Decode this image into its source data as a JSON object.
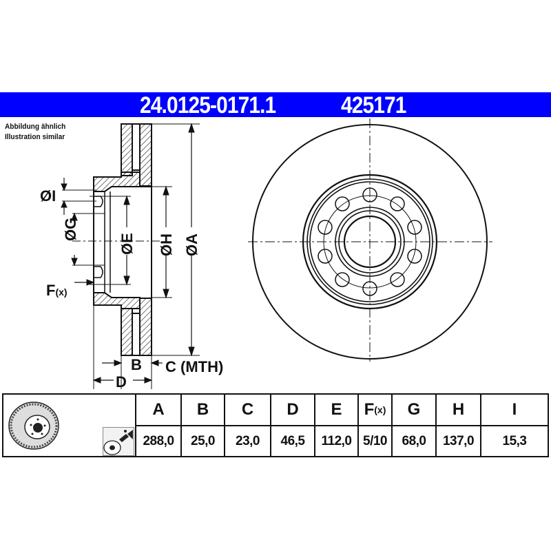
{
  "banner": {
    "part_number": "24.0125-0171.1",
    "ref_number": "425171",
    "color": "#0000ff"
  },
  "note": {
    "line1": "Abbildung ähnlich",
    "line2": "Illustration similar"
  },
  "side_view_labels": {
    "dia_I": "ØI",
    "dia_G": "ØG",
    "dia_E": "ØE",
    "dia_H": "ØH",
    "dia_A": "ØA",
    "F": "F",
    "F_sub": "(x)",
    "B": "B",
    "C": "C (MTH)",
    "D": "D"
  },
  "front_view": {
    "bolt_holes": 10,
    "description": "Brake disc front view with 10-hole bolt pattern"
  },
  "table": {
    "headers": [
      {
        "key": "A",
        "label": "A"
      },
      {
        "key": "B",
        "label": "B"
      },
      {
        "key": "C",
        "label": "C"
      },
      {
        "key": "D",
        "label": "D"
      },
      {
        "key": "E",
        "label": "E"
      },
      {
        "key": "F",
        "label": "F",
        "sub": "(x)"
      },
      {
        "key": "G",
        "label": "G"
      },
      {
        "key": "H",
        "label": "H"
      },
      {
        "key": "I",
        "label": "I"
      }
    ],
    "values": [
      "288,0",
      "25,0",
      "23,0",
      "46,5",
      "112,0",
      "5/10",
      "68,0",
      "137,0",
      "15,3"
    ],
    "icons": {
      "disc": "brake-disc-icon",
      "coating": "spray-coating-icon"
    }
  }
}
